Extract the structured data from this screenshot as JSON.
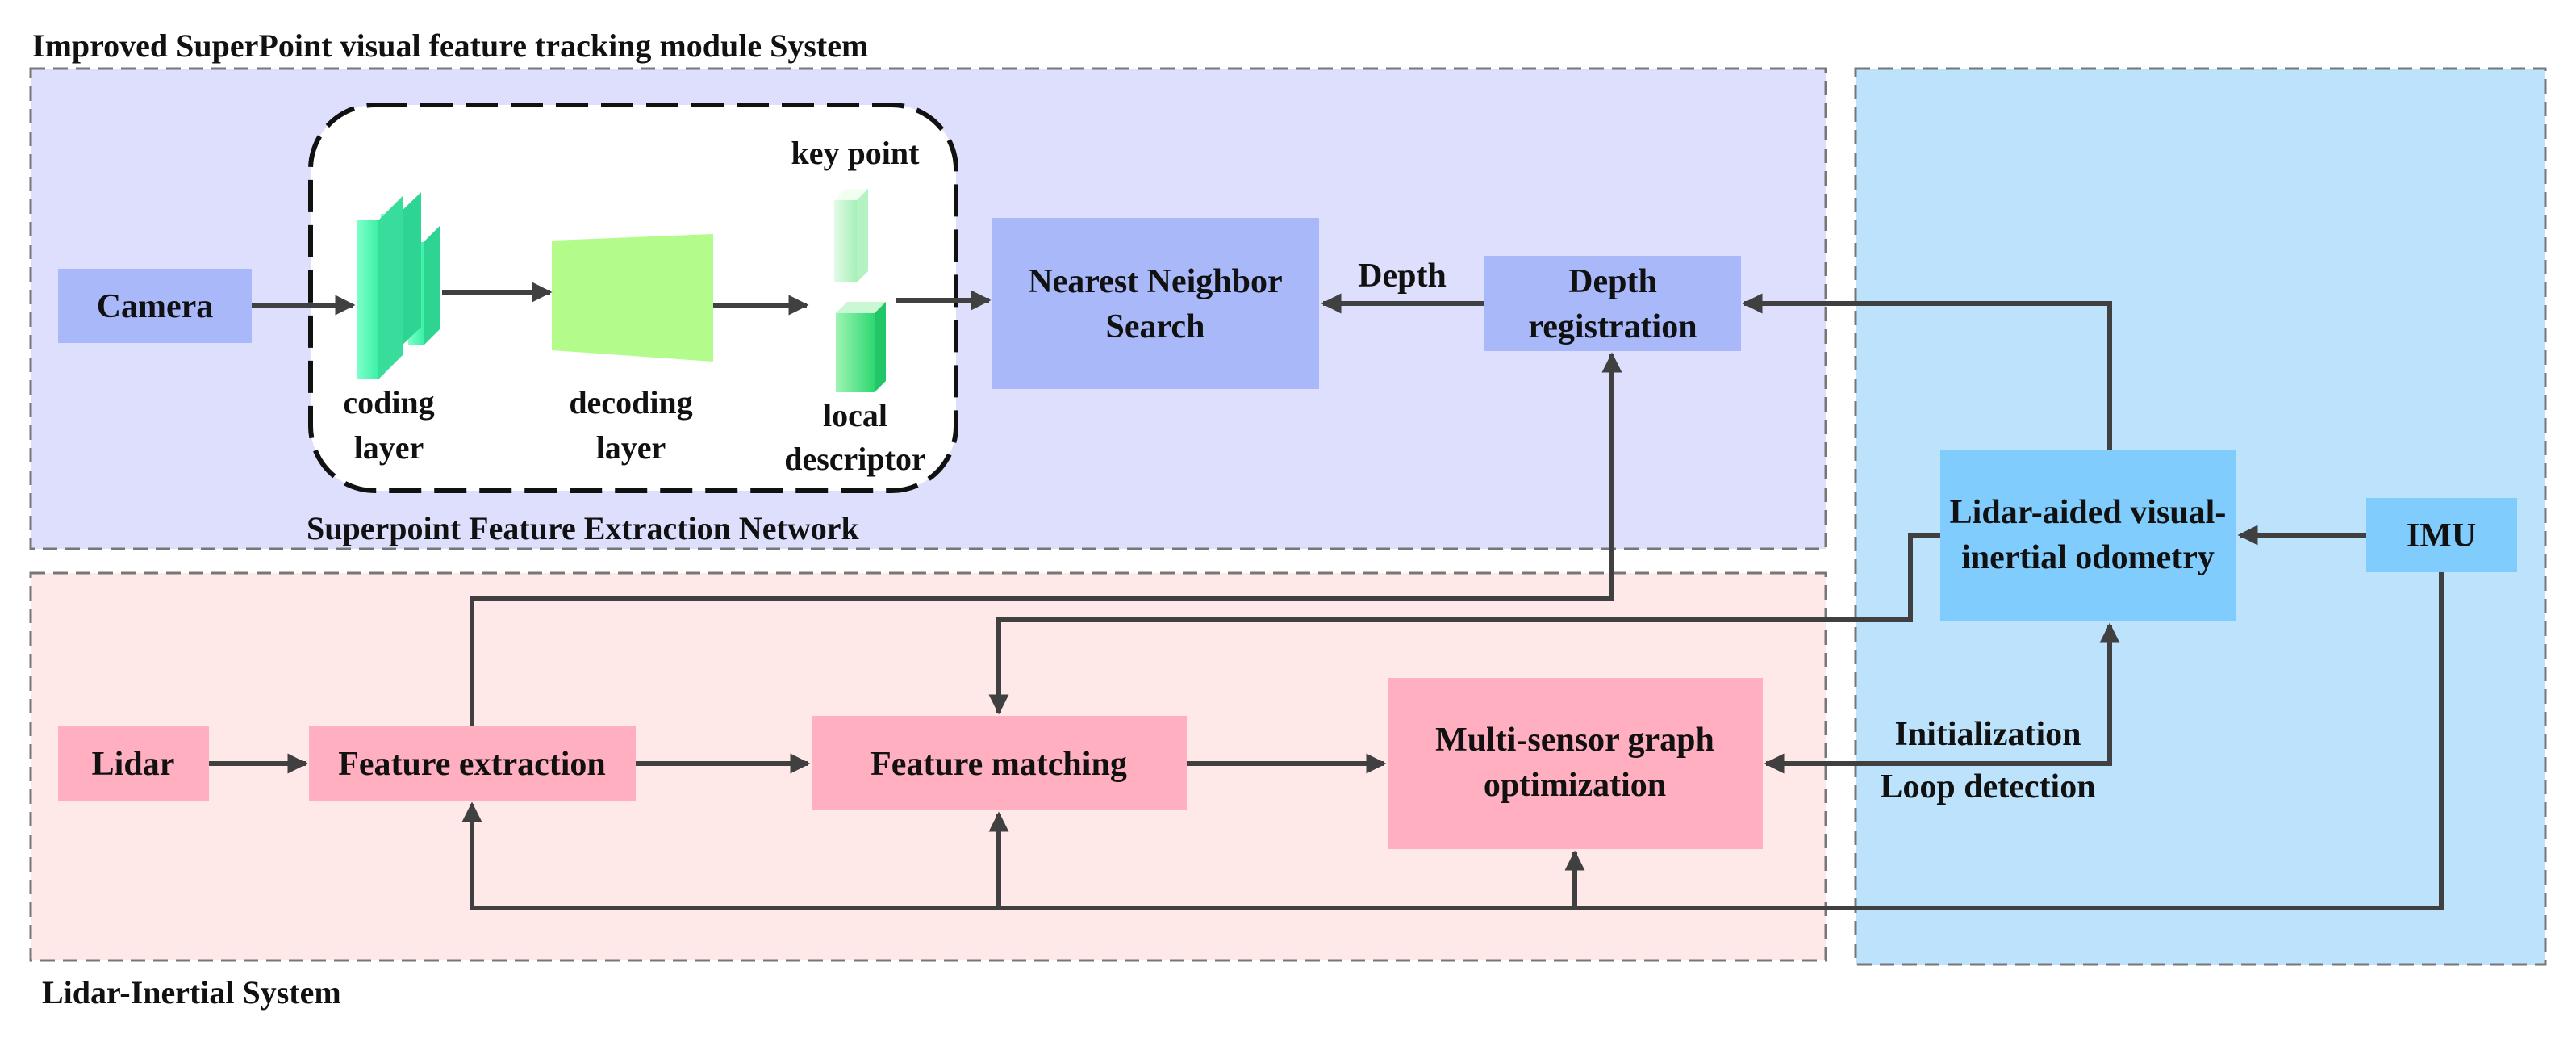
{
  "regions": {
    "superpoint_system": "Improved SuperPoint visual feature tracking module System",
    "lidar_inertial_system": "Lidar-Inertial System",
    "extraction_network": "Superpoint Feature Extraction Network"
  },
  "network": {
    "coding_layer": [
      "coding",
      "layer"
    ],
    "decoding_layer": [
      "decoding",
      "layer"
    ],
    "key_point": "key point",
    "local_descriptor": [
      "local",
      "descriptor"
    ]
  },
  "nodes": {
    "camera": "Camera",
    "nearest_neighbor": [
      "Nearest Neighbor",
      "Search"
    ],
    "depth_registration": [
      "Depth",
      "registration"
    ],
    "lidar_aided": [
      "Lidar-aided visual-",
      "inertial odometry"
    ],
    "imu": "IMU",
    "lidar": "Lidar",
    "feature_extraction": "Feature extraction",
    "feature_matching": "Feature matching",
    "graph_optimization": [
      "Multi-sensor graph",
      "optimization"
    ]
  },
  "edge_labels": {
    "depth": "Depth",
    "initialization": "Initialization",
    "loop_detection": "Loop detection"
  },
  "colors": {
    "superpoint_bg": "#dddffc",
    "lidar_bg": "#ffe8e8",
    "vio_bg": "#bde3fc",
    "blue_box": "#a8b8f8",
    "pink_box": "#ffafbf",
    "cyan_box": "#80cdfd",
    "arrow": "#404040"
  }
}
